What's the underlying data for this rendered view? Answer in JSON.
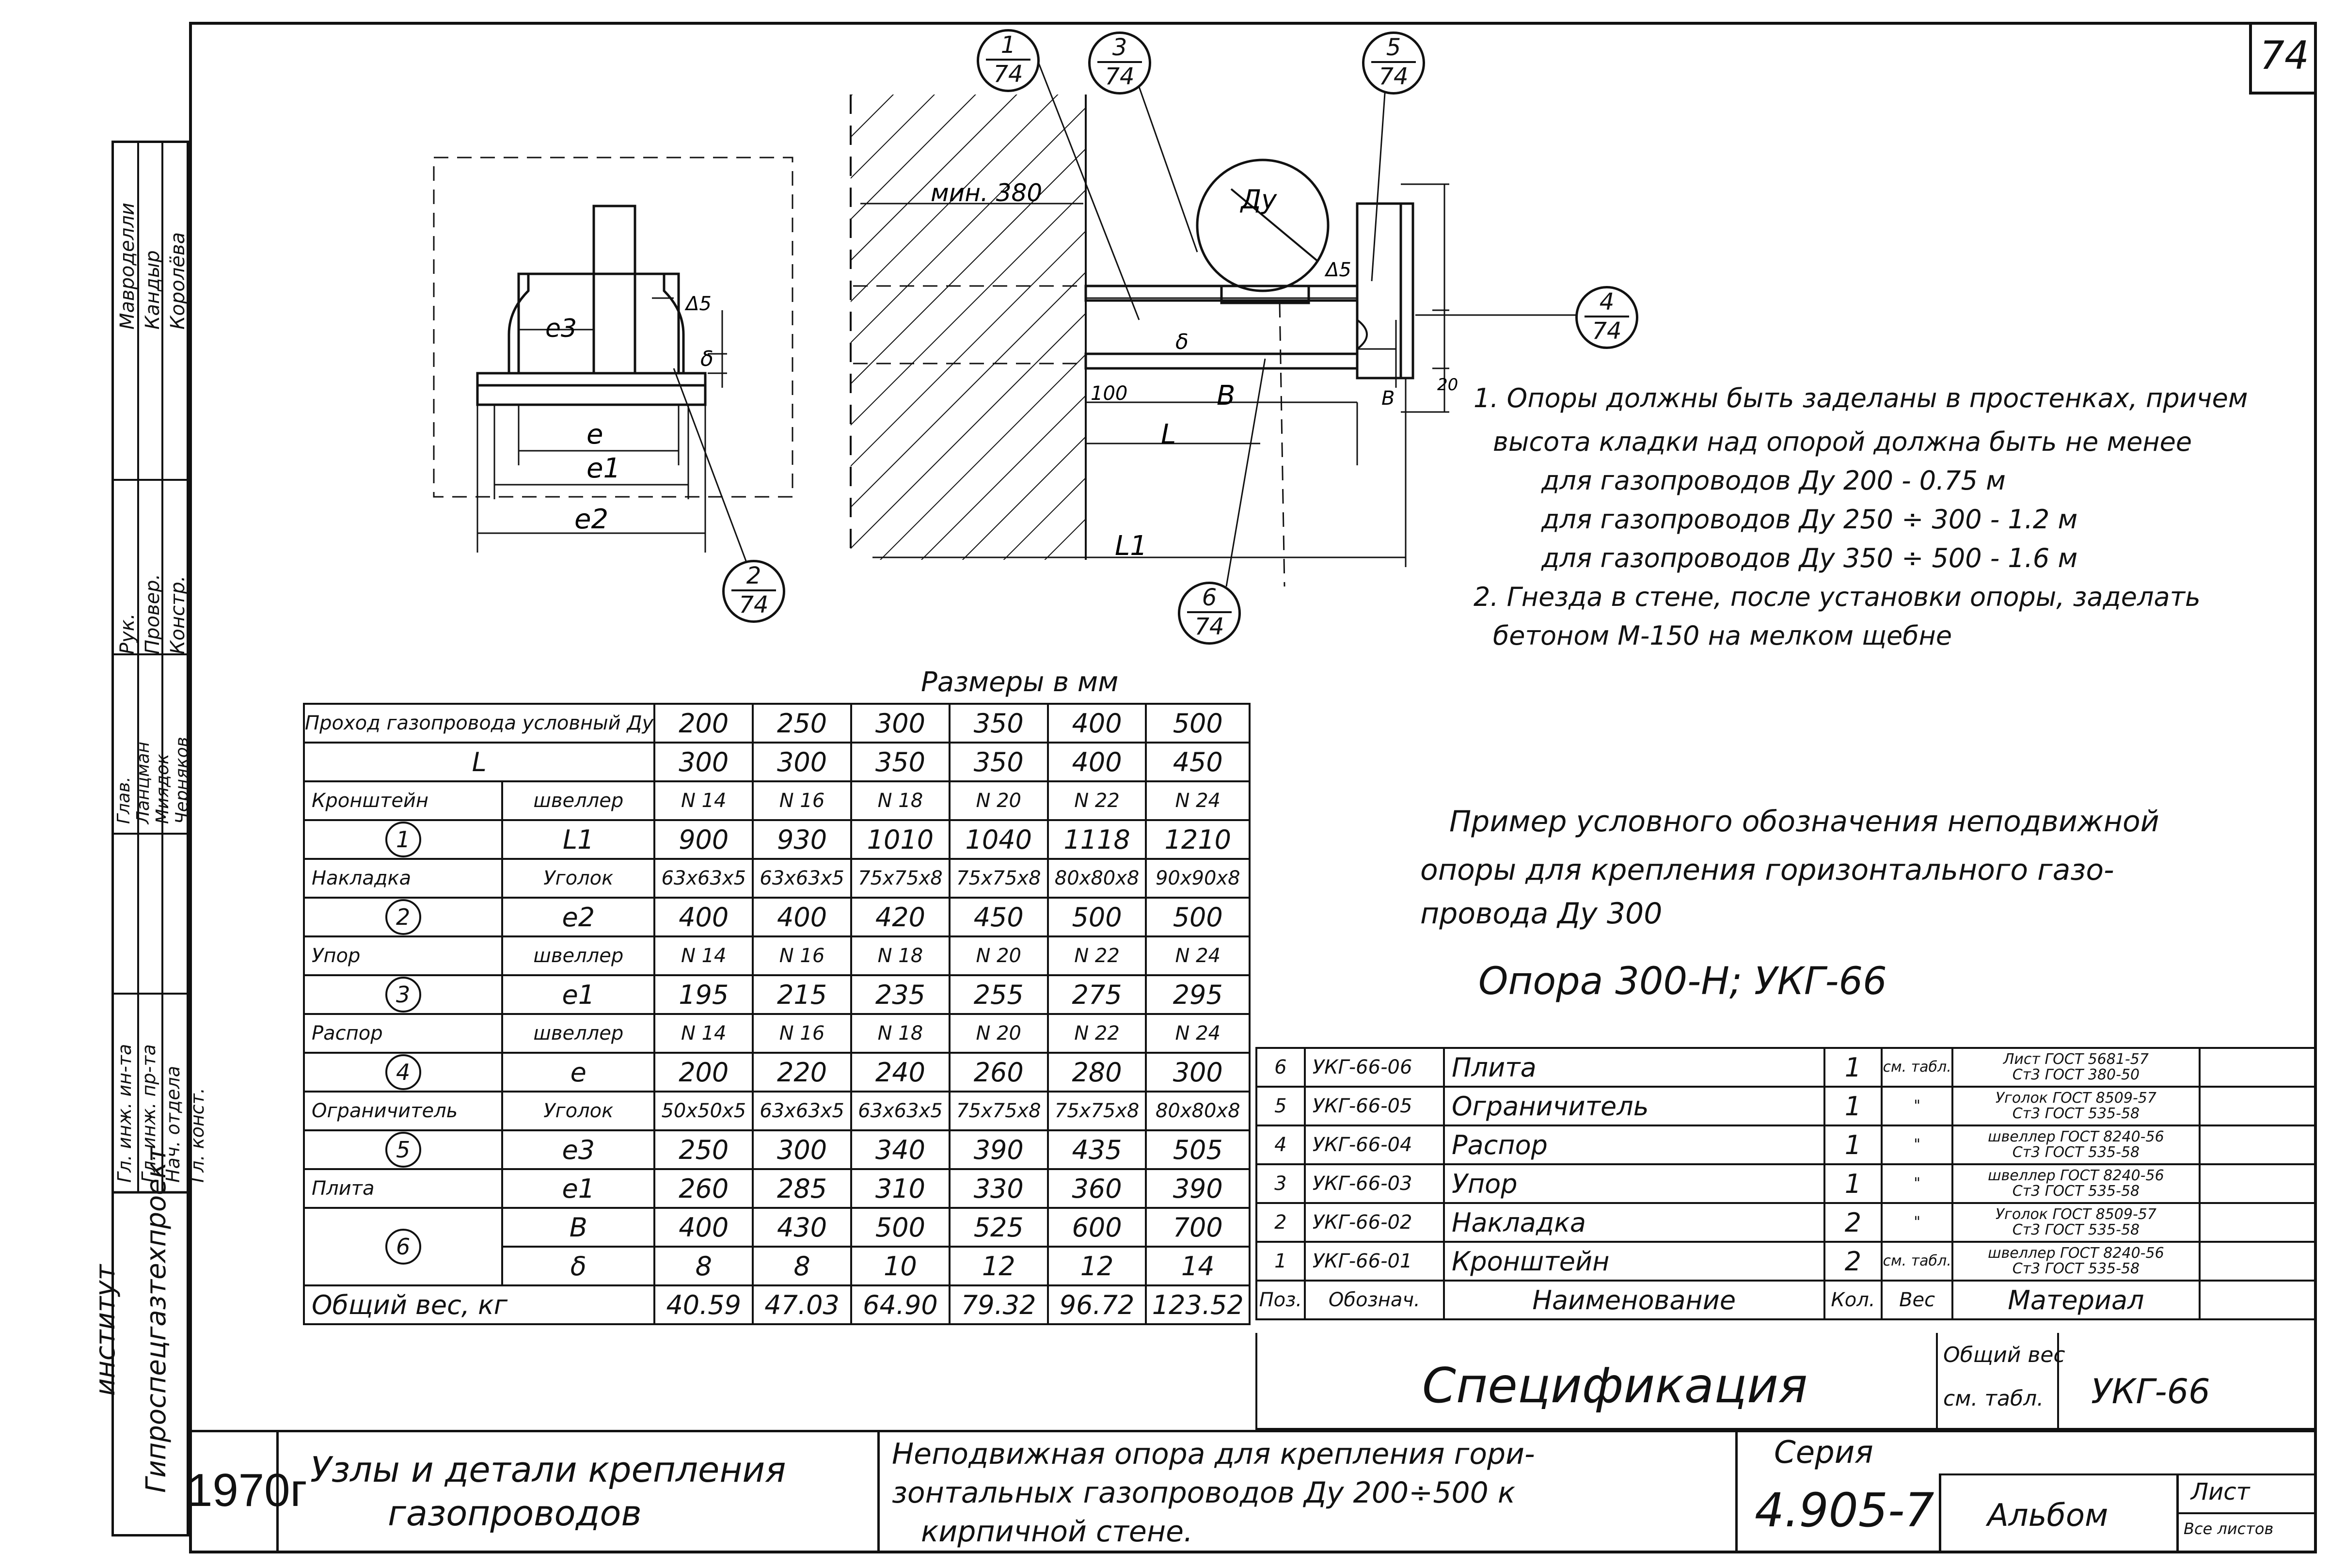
{
  "sheet_number": "74",
  "size_caption": "Размеры в мм",
  "drawing_labels": {
    "min_380": "мин. 380",
    "d_letter": "Ду",
    "delta5_left": "Δ5",
    "delta5_right": "Δ5",
    "delta": "δ",
    "e": "e",
    "e1": "e1",
    "e2": "e2",
    "e3": "e3",
    "L": "L",
    "L1": "L1",
    "B": "B",
    "dim_100": "100",
    "dim_B_right": "B",
    "dim_20": "20"
  },
  "callouts": [
    {
      "num": "1",
      "sheet": "74"
    },
    {
      "num": "3",
      "sheet": "74"
    },
    {
      "num": "5",
      "sheet": "74"
    },
    {
      "num": "4",
      "sheet": "74"
    },
    {
      "num": "2",
      "sheet": "74"
    },
    {
      "num": "6",
      "sheet": "74"
    }
  ],
  "notes": [
    "1. Опоры должны быть заделаны в простенках, причем",
    "высота кладки над опорой должна быть не менее",
    "для газопроводов Ду 200 - 0.75 м",
    "для газопроводов Ду 250 ÷ 300 - 1.2 м",
    "для газопроводов Ду 350 ÷ 500 - 1.6 м",
    "2. Гнезда в стене, после установки опоры, заделать",
    "бетоном М-150 на мелком щебне"
  ],
  "example": {
    "line1": "Пример условного обозначения неподвижной",
    "line2": "опоры для крепления горизонтального газо-",
    "line3": "провода Ду 300",
    "designation": "Опора 300-Н; УКГ-66"
  },
  "size_table": {
    "header_label": "Проход газопровода условный Ду",
    "dy": [
      "200",
      "250",
      "300",
      "350",
      "400",
      "500"
    ],
    "L_label": "L",
    "L": [
      "300",
      "300",
      "350",
      "350",
      "400",
      "450"
    ],
    "rows": [
      {
        "part": "Кронштейн",
        "num": "1",
        "material": "швеллер",
        "sym": "L1",
        "profile": [
          "N 14",
          "N 16",
          "N 18",
          "N 20",
          "N 22",
          "N 24"
        ],
        "dims": [
          "900",
          "930",
          "1010",
          "1040",
          "1118",
          "1210"
        ]
      },
      {
        "part": "Накладка",
        "num": "2",
        "material": "Уголок",
        "sym": "e2",
        "profile": [
          "63x63x5",
          "63x63x5",
          "75x75x8",
          "75x75x8",
          "80x80x8",
          "90x90x8"
        ],
        "dims": [
          "400",
          "400",
          "420",
          "450",
          "500",
          "500"
        ]
      },
      {
        "part": "Упор",
        "num": "3",
        "material": "швеллер",
        "sym": "e1",
        "profile": [
          "N 14",
          "N 16",
          "N 18",
          "N 20",
          "N 22",
          "N 24"
        ],
        "dims": [
          "195",
          "215",
          "235",
          "255",
          "275",
          "295"
        ]
      },
      {
        "part": "Распор",
        "num": "4",
        "material": "швеллер",
        "sym": "e",
        "profile": [
          "N 14",
          "N 16",
          "N 18",
          "N 20",
          "N 22",
          "N 24"
        ],
        "dims": [
          "200",
          "220",
          "240",
          "260",
          "280",
          "300"
        ]
      },
      {
        "part": "Ограничитель",
        "num": "5",
        "material": "Уголок",
        "sym": "e3",
        "profile": [
          "50x50x5",
          "63x63x5",
          "63x63x5",
          "75x75x8",
          "75x75x8",
          "80x80x8"
        ],
        "dims": [
          "250",
          "300",
          "340",
          "390",
          "435",
          "505"
        ]
      }
    ],
    "plate": {
      "part": "Плита",
      "num": "6",
      "e1_sym": "e1",
      "e1": [
        "260",
        "285",
        "310",
        "330",
        "360",
        "390"
      ],
      "B_sym": "B",
      "B": [
        "400",
        "430",
        "500",
        "525",
        "600",
        "700"
      ],
      "d_sym": "δ",
      "d": [
        "8",
        "8",
        "10",
        "12",
        "12",
        "14"
      ]
    },
    "weight_label": "Общий вес, кг",
    "weight": [
      "40.59",
      "47.03",
      "64.90",
      "79.32",
      "96.72",
      "123.52"
    ]
  },
  "spec_table": {
    "rows": [
      {
        "pos": "6",
        "code": "УКГ-66-06",
        "name": "Плита",
        "qty": "1",
        "weight": "см. табл.",
        "mat1": "Лист",
        "mat2": "ГОСТ 5681-57",
        "mat3": "Ст3 ГОСТ 380-50"
      },
      {
        "pos": "5",
        "code": "УКГ-66-05",
        "name": "Ограничитель",
        "qty": "1",
        "weight": "\"",
        "mat1": "Уголок",
        "mat2": "ГОСТ 8509-57",
        "mat3": "Ст3 ГОСТ 535-58"
      },
      {
        "pos": "4",
        "code": "УКГ-66-04",
        "name": "Распор",
        "qty": "1",
        "weight": "\"",
        "mat1": "швеллер",
        "mat2": "ГОСТ 8240-56",
        "mat3": "Ст3 ГОСТ 535-58"
      },
      {
        "pos": "3",
        "code": "УКГ-66-03",
        "name": "Упор",
        "qty": "1",
        "weight": "\"",
        "mat1": "швеллер",
        "mat2": "ГОСТ 8240-56",
        "mat3": "Ст3 ГОСТ 535-58"
      },
      {
        "pos": "2",
        "code": "УКГ-66-02",
        "name": "Накладка",
        "qty": "2",
        "weight": "\"",
        "mat1": "Уголок",
        "mat2": "ГОСТ 8509-57",
        "mat3": "Ст3 ГОСТ 535-58"
      },
      {
        "pos": "1",
        "code": "УКГ-66-01",
        "name": "Кронштейн",
        "qty": "2",
        "weight": "см. табл.",
        "mat1": "швеллер",
        "mat2": "ГОСТ 8240-56",
        "mat3": "Ст3 ГОСТ 535-58"
      }
    ],
    "head": {
      "pos": "Поз.",
      "code": "Обознач.",
      "name": "Наименование",
      "qty": "Кол.",
      "weight": "Вес",
      "mat": "Материал"
    },
    "title": "Спецификация",
    "total_weight_label": "Общий вес",
    "total_weight_value": "см. табл.",
    "doc_code": "УКГ-66"
  },
  "title_block": {
    "year": "1970г",
    "subject_1": "Узлы и детали крепления",
    "subject_2": "газопроводов",
    "name_1": "Неподвижная опора для крепления гори-",
    "name_2": "зонтальных газопроводов Ду 200÷500 к",
    "name_3": "кирпичной стене.",
    "series_label": "Серия",
    "series_value": "4.905-7",
    "album": "Альбом",
    "sheet_label": "Лист",
    "sheet_total": "Все листов"
  },
  "side_stamp": {
    "institute_1": "институт",
    "institute_2": "Гипроспецгазтехпроект",
    "roles": [
      "Гл. инж. ин-та",
      "Гл. инж. пр-та",
      "Нач. отдела",
      "Гл. конст."
    ],
    "names_a": [
      "Рук.",
      "Провер.",
      "Констр."
    ],
    "names_b": [
      "Глав.",
      "Ланцман",
      "Миядок",
      "Черняков"
    ],
    "names_c": [
      "Мавроделли",
      "Кандыр",
      "Королёва"
    ]
  }
}
